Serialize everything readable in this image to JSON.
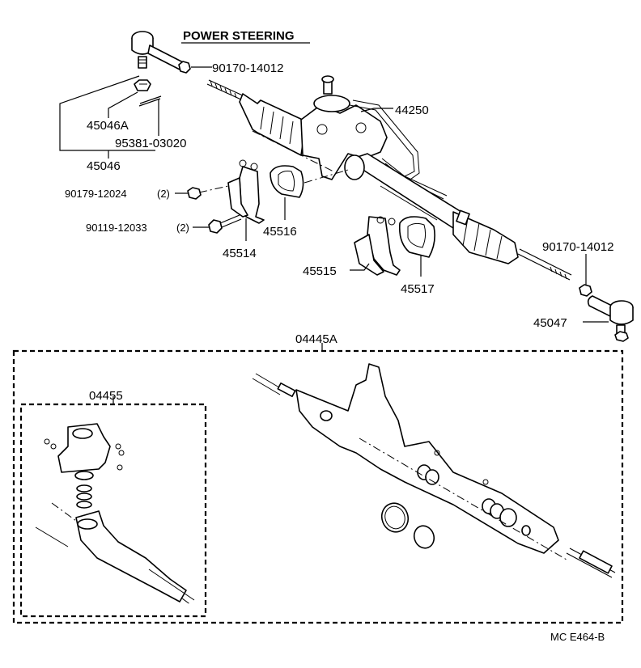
{
  "title": "POWER STEERING",
  "labels": {
    "p90170_top": "90170-14012",
    "p44250": "44250",
    "p45046A": "45046A",
    "p95381": "95381-03020",
    "p45046": "45046",
    "p90179": "90179-12024",
    "p90179_qty": "(2)",
    "p90119": "90119-12033",
    "p90119_qty": "(2)",
    "p45516": "45516",
    "p45514": "45514",
    "p45515": "45515",
    "p45517": "45517",
    "p90170_right": "90170-14012",
    "p45047": "45047",
    "p04445A": "04445A",
    "p04455": "04455"
  },
  "footer": "MC  E464-B"
}
